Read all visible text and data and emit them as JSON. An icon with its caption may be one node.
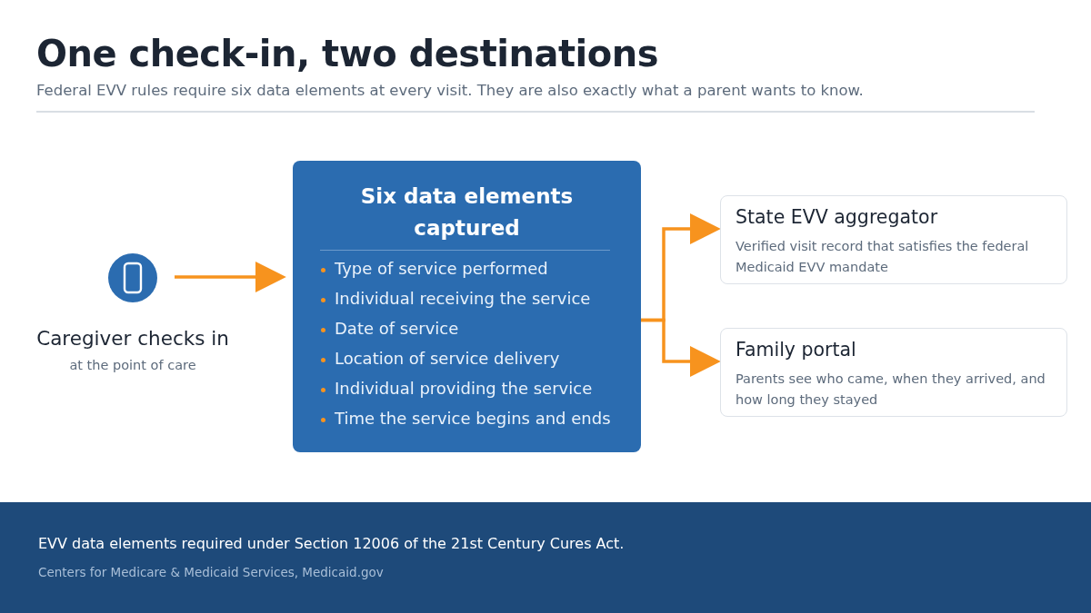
{
  "diagram": {
    "title": "One check-in, two destinations",
    "nodes": [
      {
        "text": [
          "Caregiver checks in",
          "at the point of care"
        ]
      },
      {
        "text": [
          "Six data elements captured",
          "Type of service performed",
          "Individual receiving the service",
          "Date of service",
          "Location of service delivery",
          "Individual providing the service",
          "Time the service begins and ends"
        ]
      },
      {
        "text": [
          "State EVV aggregator",
          "Verified visit record that satisfies the federal Medicaid EVV mandate"
        ]
      },
      {
        "text": [
          "Family portal",
          "Parents see who came, when they arrived, and how long they stayed"
        ]
      }
    ],
    "edges": [
      {
        "from": 0,
        "to": 1,
        "arrow": "to"
      },
      {
        "from": 1,
        "to": 2,
        "arrow": "to"
      },
      {
        "from": 1,
        "to": 3,
        "arrow": "to"
      }
    ],
    "labels": [
      "Federal EVV rules require six data elements at every visit. They are also exactly what a parent wants to know.",
      "EVV data elements required under Section 12006 of the 21st Century Cures Act.",
      "Centers for Medicare & Medicaid Services, Medicaid.gov"
    ]
  }
}
